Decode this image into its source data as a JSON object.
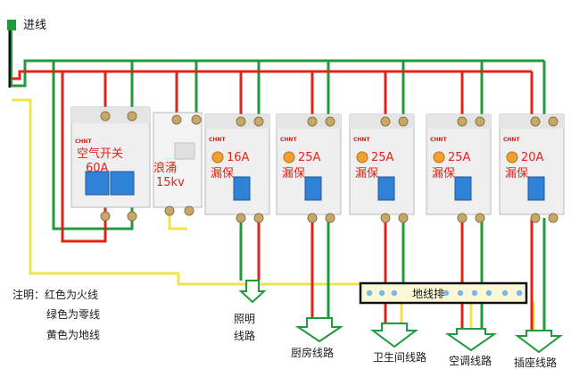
{
  "diagram": {
    "inlet_label": "进线",
    "main_breaker": {
      "name": "空气开关",
      "rating": "60A",
      "brand": "CHNT"
    },
    "surge": {
      "name": "浪涌",
      "rating": "15kv"
    },
    "rcbos": [
      {
        "rating": "16A",
        "type": "漏保",
        "brand": "CHNT"
      },
      {
        "rating": "25A",
        "type": "漏保",
        "brand": "CHNT"
      },
      {
        "rating": "25A",
        "type": "漏保",
        "brand": "CHNT"
      },
      {
        "rating": "25A",
        "type": "漏保",
        "brand": "CHNT"
      },
      {
        "rating": "20A",
        "type": "漏保",
        "brand": "CHNT"
      }
    ],
    "ground_bar_label": "地线排",
    "legend": {
      "title": "注明：红色为火线",
      "line2": "绿色为零线",
      "line3": "黄色为地线"
    },
    "circuits": {
      "lighting_1": "照明",
      "lighting_2": "线路",
      "kitchen": "厨房线路",
      "bathroom": "卫生间线路",
      "ac": "空调线路",
      "socket": "插座线路"
    },
    "colors": {
      "live": "#e2231a",
      "neutral": "#1f9a3c",
      "ground": "#f2e34a",
      "device": "#efefef",
      "handle": "#2f82d6"
    }
  }
}
